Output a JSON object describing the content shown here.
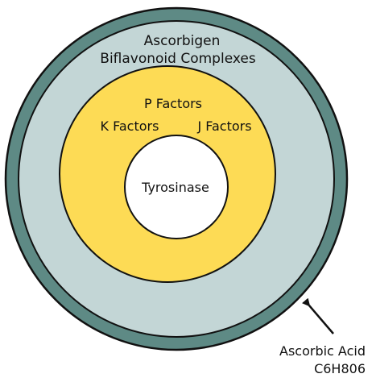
{
  "colors": {
    "outer_ring": "#5e8a85",
    "middle_layer": "#c3d6d6",
    "inner_layer": "#fddb55",
    "core": "#ffffff",
    "outline": "#111111",
    "text": "#111111",
    "background": "#ffffff"
  },
  "layers": {
    "outer_band": {
      "line1": "Ascorbigen",
      "line2": "Biflavonoid Complexes"
    },
    "factors": {
      "top": "P Factors",
      "left": "K Factors",
      "right": "J Factors"
    },
    "core": {
      "label": "Tyrosinase"
    }
  },
  "annotation": {
    "line1": "Ascorbic Acid",
    "line2": "C6H806",
    "pointer_icon": "arrow-icon"
  }
}
